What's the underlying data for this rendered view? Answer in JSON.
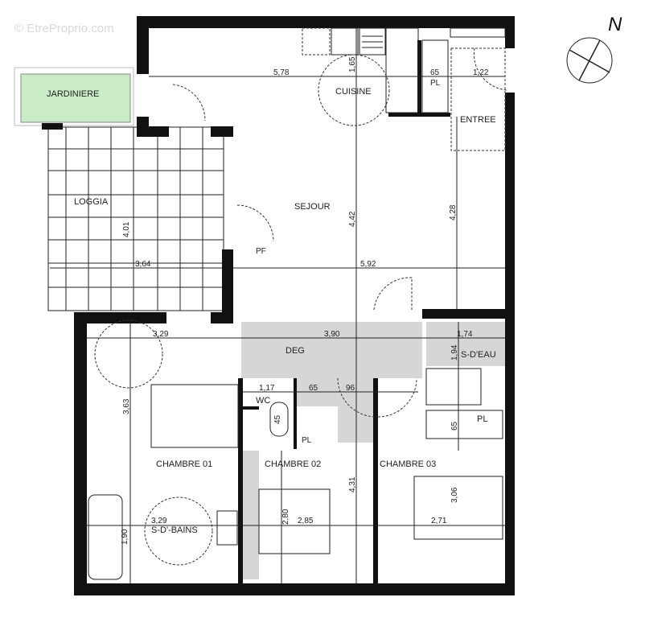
{
  "watermark": "© EtreProprio.com",
  "compass": {
    "label": "N"
  },
  "colors": {
    "jardiniere": "#c9ecc6",
    "circulation": "#d6d6d6",
    "wall": "#111111"
  },
  "rooms": {
    "jardiniere": "JARDINIERE",
    "loggia": "LOGGIA",
    "cuisine": "CUISINE",
    "entree": "ENTREE",
    "sejour": "SEJOUR",
    "deg": "DEG",
    "s_eau": "S-D'EAU",
    "wc": "WC",
    "pl1": "PL",
    "pl2": "PL",
    "pl3": "PL",
    "pf": "PF",
    "chambre01": "CHAMBRE 01",
    "chambre02": "CHAMBRE 02",
    "chambre03": "CHAMBRE 03",
    "s_bains": "S-D'-BAINS"
  },
  "dimensions": {
    "loggia_h": "4,01",
    "loggia_w": "3,64",
    "sejour_top": "5,78",
    "sejour_w": "5,92",
    "sejour_h1": "4,42",
    "sejour_h2": "4,28",
    "cuisine_v": "1,65",
    "pl_w": "65",
    "entree_w": "1,22",
    "ch1_w": "3,29",
    "deg_w": "3,90",
    "seau_w": "1,74",
    "seau_h": "1,94",
    "wc_w": "1,17",
    "pl2_w": "65",
    "deg_door": "96",
    "wc_h": "45",
    "ch1_h": "3,63",
    "pl3_h": "65",
    "ch2_h": "4,31",
    "ch3_h": "3,06",
    "ch2_bed_h": "2,80",
    "ch2_w": "2,85",
    "ch3_w": "2,71",
    "bains_w": "3,29",
    "bains_h": "1,90"
  }
}
